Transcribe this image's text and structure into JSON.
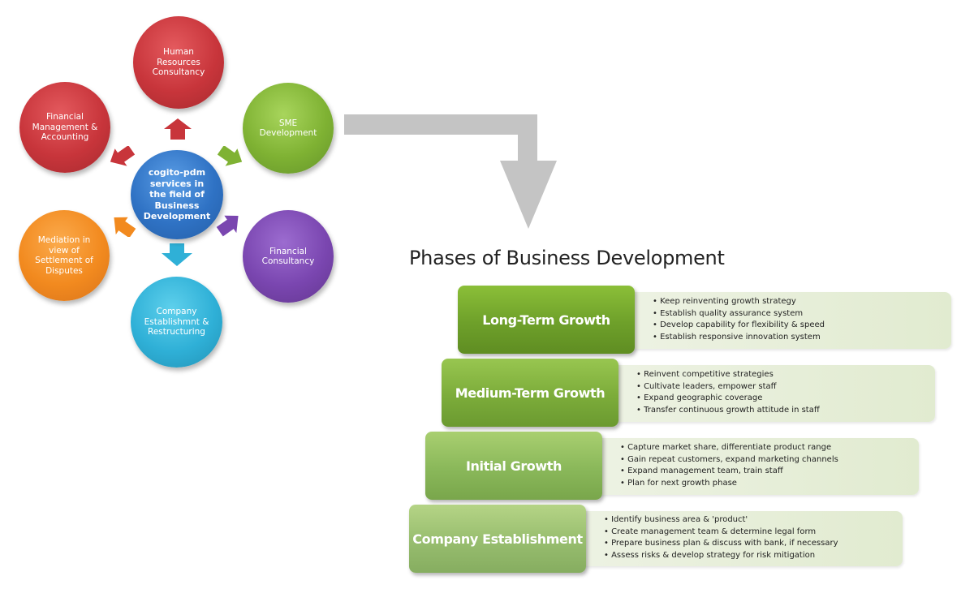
{
  "diagram": {
    "center": "cogito-pdm services in the field of Business Development",
    "services": {
      "hr": "Human Resources Consultancy",
      "financial_management": "Financial Management & Accounting",
      "sme": "SME Development",
      "mediation": "Mediation in view of Settlement of Disputes",
      "financial_consultancy": "Financial Consultancy",
      "company_establishment": "Company Establishmnt & Restructuring"
    },
    "colors": {
      "red": "#c8353b",
      "green": "#7fb233",
      "blue": "#2f72c4",
      "orange": "#f28a1f",
      "purple": "#7a46b0",
      "cyan": "#2fb0d7",
      "connector": "#c4c4c4"
    }
  },
  "phases": {
    "title": "Phases of Business Development",
    "items": [
      {
        "name": "Long-Term Growth",
        "bullets": [
          "Keep reinventing growth strategy",
          "Establish quality assurance system",
          "Develop capability for flexibility & speed",
          "Establish responsive innovation system"
        ]
      },
      {
        "name": "Medium-Term Growth",
        "bullets": [
          "Reinvent competitive strategies",
          "Cultivate leaders, empower staff",
          "Expand geographic coverage",
          "Transfer continuous growth attitude in staff"
        ]
      },
      {
        "name": "Initial Growth",
        "bullets": [
          "Capture market share, differentiate product range",
          "Gain repeat customers, expand marketing channels",
          "Expand management team, train staff",
          "Plan for next growth phase"
        ]
      },
      {
        "name": "Company Establishment",
        "bullets": [
          "Identify business area & 'product'",
          "Create management team & determine legal form",
          "Prepare business plan & discuss with bank, if necessary",
          "Assess risks & develop strategy for risk mitigation"
        ]
      }
    ]
  }
}
